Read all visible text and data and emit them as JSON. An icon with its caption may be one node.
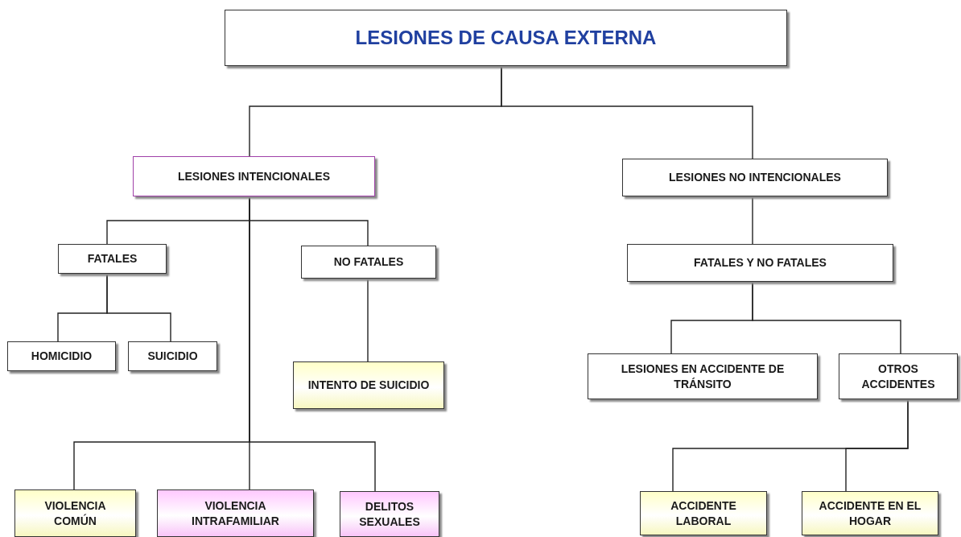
{
  "diagram": {
    "nodes": [
      {
        "text": [
          "LESIONES DE CAUSA EXTERNA"
        ]
      },
      {
        "text": [
          "LESIONES INTENCIONALES"
        ]
      },
      {
        "text": [
          "LESIONES NO INTENCIONALES"
        ]
      },
      {
        "text": [
          "FATALES"
        ]
      },
      {
        "text": [
          "NO FATALES"
        ]
      },
      {
        "text": [
          "FATALES Y NO FATALES"
        ]
      },
      {
        "text": [
          "HOMICIDIO"
        ]
      },
      {
        "text": [
          "SUICIDIO"
        ]
      },
      {
        "text": [
          "INTENTO DE SUICIDIO"
        ]
      },
      {
        "text": [
          "LESIONES EN ACCIDENTE DE TRÁNSITO"
        ]
      },
      {
        "text": [
          "OTROS ACCIDENTES"
        ]
      },
      {
        "text": [
          "VIOLENCIA COMÚN"
        ]
      },
      {
        "text": [
          "VIOLENCIA INTRAFAMILIAR"
        ]
      },
      {
        "text": [
          "DELITOS SEXUALES"
        ]
      },
      {
        "text": [
          "ACCIDENTE LABORAL"
        ]
      },
      {
        "text": [
          "ACCIDENTE EN EL HOGAR"
        ]
      }
    ],
    "edges": [
      {
        "from": 0,
        "to": 1,
        "arrow": "none"
      },
      {
        "from": 0,
        "to": 2,
        "arrow": "none"
      },
      {
        "from": 1,
        "to": 3,
        "arrow": "none"
      },
      {
        "from": 1,
        "to": 4,
        "arrow": "none"
      },
      {
        "from": 1,
        "to": 11,
        "arrow": "none"
      },
      {
        "from": 1,
        "to": 12,
        "arrow": "none"
      },
      {
        "from": 1,
        "to": 13,
        "arrow": "none"
      },
      {
        "from": 3,
        "to": 6,
        "arrow": "none"
      },
      {
        "from": 3,
        "to": 7,
        "arrow": "none"
      },
      {
        "from": 4,
        "to": 8,
        "arrow": "none"
      },
      {
        "from": 2,
        "to": 5,
        "arrow": "none"
      },
      {
        "from": 5,
        "to": 9,
        "arrow": "none"
      },
      {
        "from": 5,
        "to": 10,
        "arrow": "none"
      },
      {
        "from": 10,
        "to": 14,
        "arrow": "none"
      },
      {
        "from": 10,
        "to": 15,
        "arrow": "none"
      }
    ]
  }
}
